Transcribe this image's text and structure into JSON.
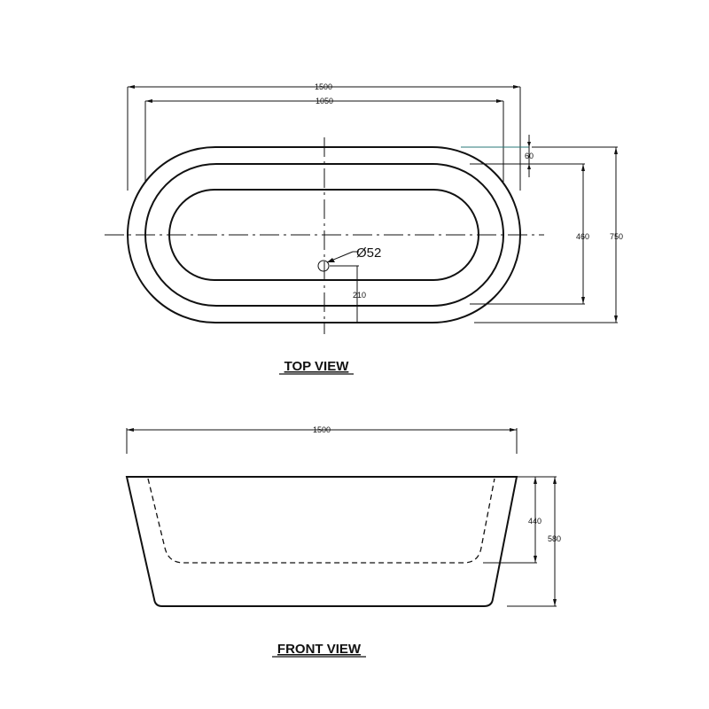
{
  "top_view": {
    "title": "TOP VIEW",
    "dims": {
      "overall_length": "1500",
      "inner_length": "1050",
      "rim_width": "60",
      "inner_width": "460",
      "overall_width": "750",
      "drain_diameter": "Ø52",
      "drain_offset": "210"
    }
  },
  "front_view": {
    "title": "FRONT VIEW",
    "dims": {
      "overall_length": "1500",
      "inner_depth": "440",
      "overall_height": "580"
    }
  }
}
